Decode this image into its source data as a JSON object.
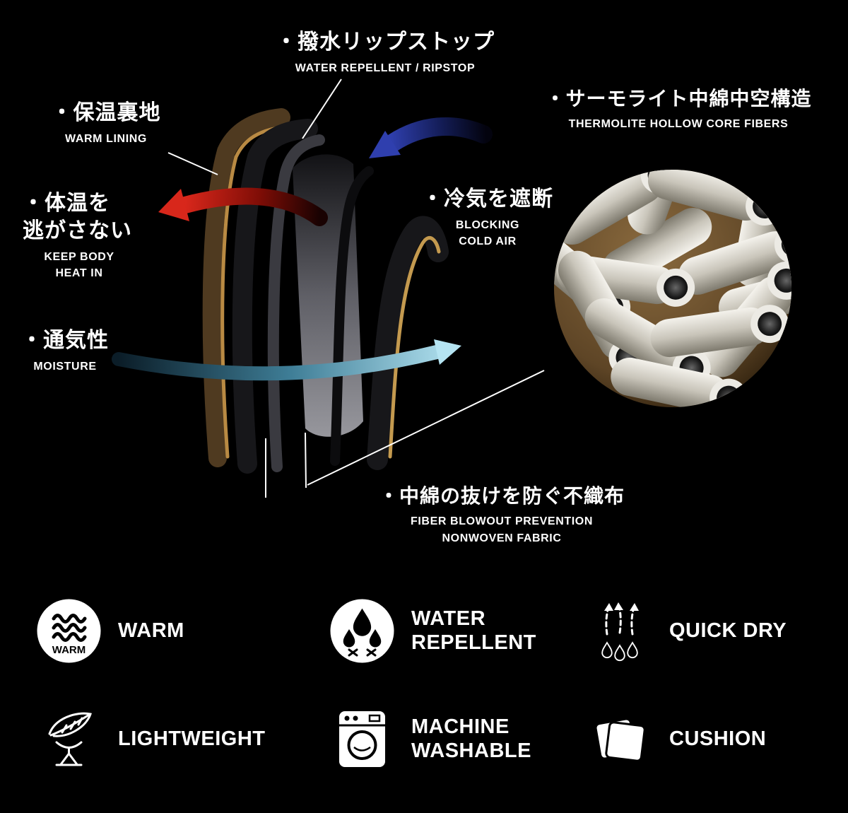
{
  "diagram": {
    "callouts": {
      "ripstop": {
        "jp": "・撥水リップストップ",
        "en": "WATER REPELLENT / RIPSTOP"
      },
      "warm_lining": {
        "jp": "・保温裏地",
        "en": "WARM LINING"
      },
      "keep_heat": {
        "jp1": "・体温を",
        "jp2": "逃がさない",
        "en1": "KEEP BODY",
        "en2": "HEAT IN"
      },
      "moisture": {
        "jp": "・通気性",
        "en": "MOISTURE"
      },
      "blocking": {
        "jp": "・冷気を遮断",
        "en1": "BLOCKING",
        "en2": "COLD AIR"
      },
      "thermolite": {
        "jp": "・サーモライト中綿中空構造",
        "en": "THERMOLITE HOLLOW CORE FIBERS"
      },
      "nonwoven": {
        "jp": "・中綿の抜けを防ぐ不織布",
        "en1": "FIBER BLOWOUT PREVENTION",
        "en2": "NONWOVEN FABRIC"
      }
    },
    "colors": {
      "background": "#000000",
      "text": "#ffffff",
      "gold_trim": "#c49a4f",
      "arrow_red": "#d8271b",
      "arrow_navy": "#2f3fae",
      "arrow_cyan": "#b5e4f2",
      "fiber_brown": "#7a5c33"
    }
  },
  "badges": {
    "items": [
      {
        "id": "warm",
        "icon": "warm-icon",
        "icon_text": "WARM",
        "line1": "WARM",
        "line2": ""
      },
      {
        "id": "water-repellent",
        "icon": "water-repellent-icon",
        "line1": "WATER",
        "line2": "REPELLENT"
      },
      {
        "id": "quick-dry",
        "icon": "quick-dry-icon",
        "line1": "QUICK DRY",
        "line2": ""
      },
      {
        "id": "lightweight",
        "icon": "lightweight-icon",
        "line1": "LIGHTWEIGHT",
        "line2": ""
      },
      {
        "id": "machine-washable",
        "icon": "machine-washable-icon",
        "line1": "MACHINE",
        "line2": "WASHABLE"
      },
      {
        "id": "cushion",
        "icon": "cushion-icon",
        "line1": "CUSHION",
        "line2": ""
      }
    ]
  }
}
